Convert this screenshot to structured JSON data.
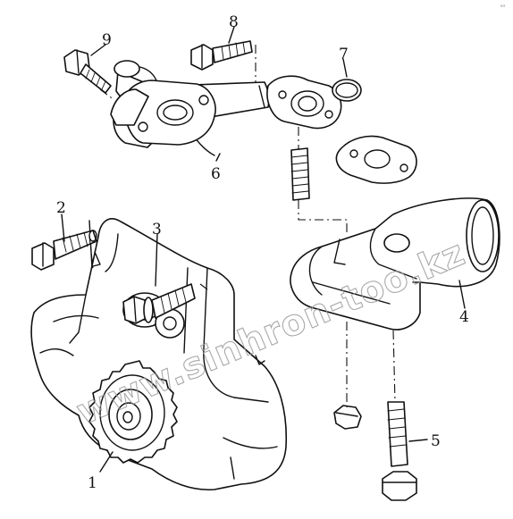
{
  "corner_mark": "ᵉˢ",
  "watermark": "www.sinhron-too.kz",
  "callouts": [
    "1",
    "2",
    "3",
    "4",
    "5",
    "6",
    "7",
    "8",
    "9"
  ]
}
